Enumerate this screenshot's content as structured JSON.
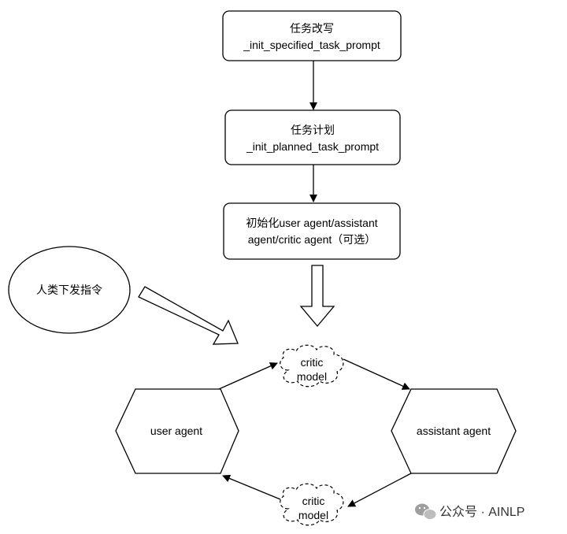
{
  "nodes": {
    "rewrite_step": {
      "line1": "任务改写",
      "line2": "_init_specified_task_prompt"
    },
    "plan_step": {
      "line1": "任务计划",
      "line2": "_init_planned_task_prompt"
    },
    "init_step": {
      "line1": "初始化user agent/assistant",
      "line2": "agent/critic agent（可选）"
    },
    "human_instruction": "人类下发指令",
    "user_agent": "user agent",
    "assistant_agent": "assistant agent",
    "critic_top": {
      "line1": "critic",
      "line2": "model"
    },
    "critic_bottom": {
      "line1": "critic",
      "line2": "model"
    }
  },
  "watermark": "公众号 · AINLP",
  "colors": {
    "stroke": "#000000",
    "fill": "#ffffff",
    "watermark_icon": "#9e9e9e"
  }
}
